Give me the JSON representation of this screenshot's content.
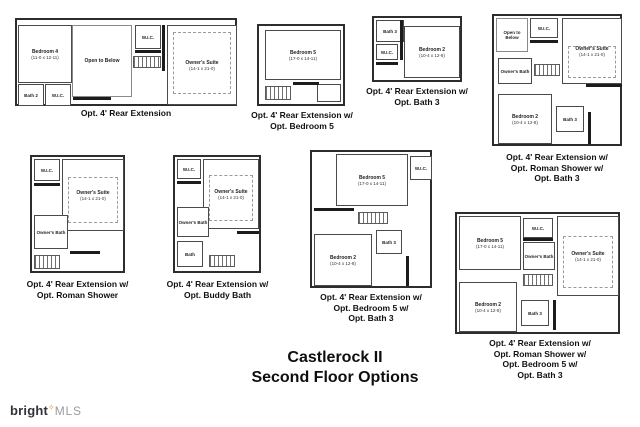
{
  "title": {
    "line1": "Castlerock II",
    "line2": "Second Floor Options"
  },
  "watermark": {
    "brand": "bright",
    "suffix": "MLS"
  },
  "colors": {
    "wall": "#1c1c1c",
    "line": "#4a4a4a",
    "accent_star": "#f7941e",
    "text": "#101010"
  },
  "plans": [
    {
      "name": "rear-extension",
      "caption_lines": [
        "Opt. 4' Rear Extension"
      ],
      "rooms": {
        "bedroom4": {
          "label": "Bedroom 4",
          "dims": "(11-0 x 12-11)"
        },
        "open_below": {
          "label": "Open to Below"
        },
        "wic_top": {
          "label": "W.I.C."
        },
        "owners_suite": {
          "label": "Owner's Suite",
          "dims": "(14-1 x 21-0)"
        },
        "bath2": {
          "label": "Bath 2"
        },
        "wic_low": {
          "label": "W.I.C."
        }
      }
    },
    {
      "name": "bedroom5",
      "caption_lines": [
        "Opt. 4' Rear Extension w/",
        "Opt. Bedroom 5"
      ],
      "rooms": {
        "bedroom5": {
          "label": "Bedroom 5",
          "dims": "(17-0 x 14-11)"
        }
      }
    },
    {
      "name": "bath3",
      "caption_lines": [
        "Opt. 4' Rear Extension w/",
        "Opt. Bath 3"
      ],
      "rooms": {
        "bath3": {
          "label": "Bath 3"
        },
        "wic": {
          "label": "W.I.C."
        },
        "bedroom2": {
          "label": "Bedroom 2",
          "dims": "(10-4 x 12-8)"
        }
      }
    },
    {
      "name": "roman-shower-bath3",
      "caption_lines": [
        "Opt. 4' Rear Extension w/",
        "Opt. Roman Shower w/",
        "Opt. Bath 3"
      ],
      "rooms": {
        "open_below": {
          "label": "Open to Below"
        },
        "wic": {
          "label": "W.I.C."
        },
        "owners_suite": {
          "label": "Owner's Suite",
          "dims": "(14-1 x 21-0)"
        },
        "owners_bath": {
          "label": "Owner's Bath"
        },
        "bedroom2": {
          "label": "Bedroom 2",
          "dims": "(10-4 x 12-8)"
        },
        "bath3": {
          "label": "Bath 3"
        }
      }
    },
    {
      "name": "roman-shower",
      "caption_lines": [
        "Opt. 4' Rear Extension w/",
        "Opt. Roman Shower"
      ],
      "rooms": {
        "wic": {
          "label": "W.I.C."
        },
        "owners_suite": {
          "label": "Owner's Suite",
          "dims": "(14-1 x 21-0)"
        },
        "owners_bath": {
          "label": "Owner's Bath"
        }
      }
    },
    {
      "name": "buddy-bath",
      "caption_lines": [
        "Opt. 4' Rear Extension w/",
        "Opt. Buddy Bath"
      ],
      "rooms": {
        "wic": {
          "label": "W.I.C."
        },
        "owners_suite": {
          "label": "Owner's Suite",
          "dims": "(14-1 x 21-0)"
        },
        "owners_bath": {
          "label": "Owner's Bath"
        },
        "bath": {
          "label": "Bath"
        }
      }
    },
    {
      "name": "bedroom5-bath3",
      "caption_lines": [
        "Opt. 4' Rear Extension w/",
        "Opt. Bedroom 5 w/",
        "Opt. Bath 3"
      ],
      "rooms": {
        "bedroom5": {
          "label": "Bedroom 5",
          "dims": "(17-0 x 14-11)"
        },
        "wic": {
          "label": "W.I.C."
        },
        "bath3": {
          "label": "Bath 3"
        },
        "bedroom2": {
          "label": "Bedroom 2",
          "dims": "(10-4 x 12-8)"
        }
      }
    },
    {
      "name": "roman-shower-bedroom5-bath3",
      "caption_lines": [
        "Opt. 4' Rear Extension w/",
        "Opt. Roman Shower w/",
        "Opt. Bedroom 5 w/",
        "Opt. Bath 3"
      ],
      "rooms": {
        "bedroom5": {
          "label": "Bedroom 5",
          "dims": "(17-0 x 14-11)"
        },
        "wic": {
          "label": "W.I.C."
        },
        "owners_bath": {
          "label": "Owner's Bath"
        },
        "owners_suite": {
          "label": "Owner's Suite",
          "dims": "(14-1 x 21-0)"
        },
        "bedroom2": {
          "label": "Bedroom 2",
          "dims": "(10-4 x 12-8)"
        },
        "bath3": {
          "label": "Bath 3"
        }
      }
    }
  ]
}
